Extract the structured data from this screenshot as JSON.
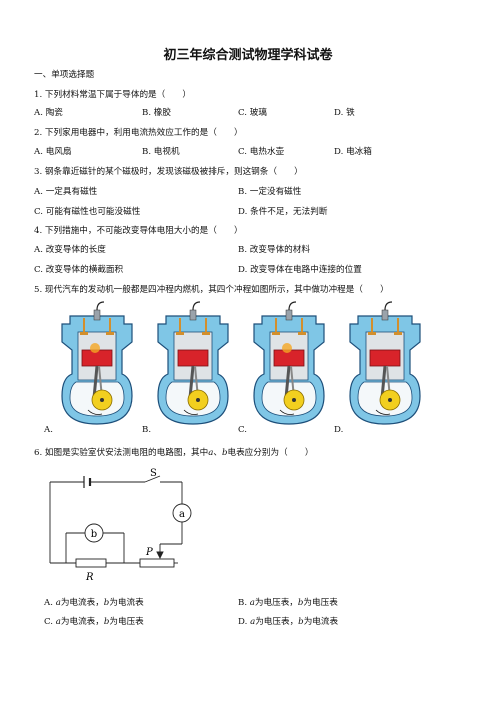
{
  "title": "初三年综合测试物理学科试卷",
  "section": "一、单项选择题",
  "questions": [
    {
      "stem": "1. 下列材料常温下属于导体的是（　　）",
      "options": [
        {
          "key": "A.",
          "text": "陶瓷"
        },
        {
          "key": "B.",
          "text": "橡胶"
        },
        {
          "key": "C.",
          "text": "玻璃"
        },
        {
          "key": "D.",
          "text": "铁"
        }
      ]
    },
    {
      "stem": "2. 下列家用电器中，利用电流热效应工作的是（　　）",
      "options": [
        {
          "key": "A.",
          "text": "电风扇"
        },
        {
          "key": "B.",
          "text": "电视机"
        },
        {
          "key": "C.",
          "text": "电热水壶"
        },
        {
          "key": "D.",
          "text": "电冰箱"
        }
      ]
    },
    {
      "stem": "3. 钢条靠近磁针的某个磁极时，发现该磁极被排斥，则这钢条（　　）",
      "options": [
        {
          "key": "A.",
          "text": "一定具有磁性"
        },
        {
          "key": "B.",
          "text": "一定没有磁性"
        },
        {
          "key": "C.",
          "text": "可能有磁性也可能没磁性"
        },
        {
          "key": "D.",
          "text": "条件不足，无法判断"
        }
      ]
    },
    {
      "stem": "4. 下列措施中，不可能改变导体电阻大小的是（　　）",
      "options": [
        {
          "key": "A.",
          "text": "改变导体的长度"
        },
        {
          "key": "B.",
          "text": "改变导体的材料"
        },
        {
          "key": "C.",
          "text": "改变导体的横截面积"
        },
        {
          "key": "D.",
          "text": "改变导体在电路中连接的位置"
        }
      ]
    },
    {
      "stem": "5. 现代汽车的发动机一般都是四冲程内燃机，其四个冲程如图所示，其中做功冲程是（　　）",
      "options": [
        {
          "key": "A.",
          "text": ""
        },
        {
          "key": "B.",
          "text": ""
        },
        {
          "key": "C.",
          "text": ""
        },
        {
          "key": "D.",
          "text": ""
        }
      ]
    }
  ],
  "q6": {
    "stem_pre": "6. 如图是实验室伏安法测电阻的电路图，其中",
    "a": "a",
    "sep": "、",
    "b": "b",
    "stem_post": "电表应分别为（　　）",
    "circuit_labels": {
      "switch": "S",
      "meter_a": "a",
      "meter_b": "b",
      "slider": "P",
      "resistor": "R"
    },
    "options": [
      {
        "key": "A.",
        "a": "a",
        "t1": "为电流表，",
        "b": "b",
        "t2": "为电流表"
      },
      {
        "key": "B.",
        "a": "a",
        "t1": "为电压表，",
        "b": "b",
        "t2": "为电压表"
      },
      {
        "key": "C.",
        "a": "a",
        "t1": "为电流表，",
        "b": "b",
        "t2": "为电压表"
      },
      {
        "key": "D.",
        "a": "a",
        "t1": "为电压表，",
        "b": "b",
        "t2": "为电流表"
      }
    ]
  },
  "colors": {
    "engine_blue": "#7fc6e6",
    "engine_outline": "#1d4f7a",
    "piston_red": "#d8232a",
    "crank_yellow": "#f2cf1f",
    "spark_orange": "#f5a623",
    "cylinder_gray": "#dfe3e6"
  }
}
